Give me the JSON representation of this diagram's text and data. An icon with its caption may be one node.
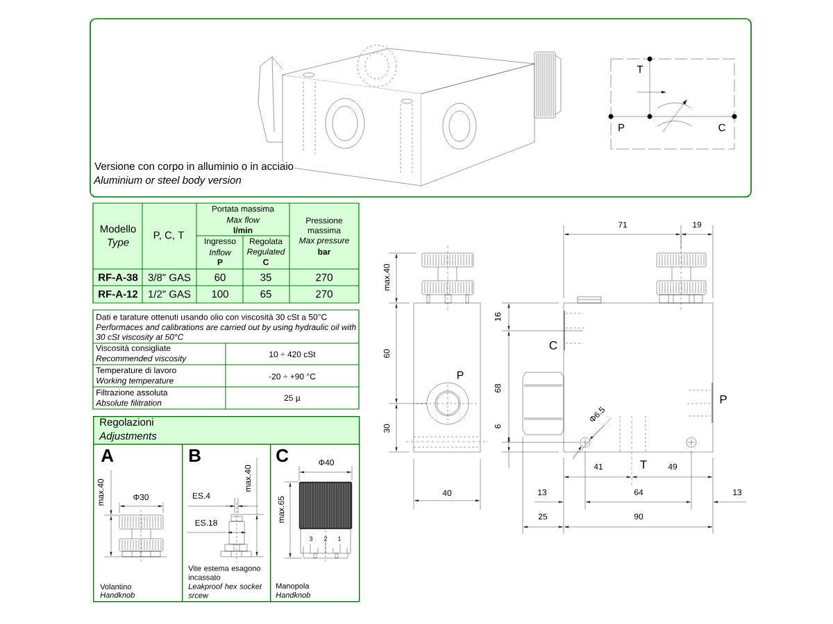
{
  "diagram": {
    "nodes": [
      {
        "text": [
          "Versione con corpo in alluminio o in acciaio",
          "Aluminium or steel body version"
        ]
      },
      {
        "text": [
          "Regolazioni",
          "Adjustments"
        ]
      },
      {
        "text": [
          "A",
          "max.40",
          "Φ30",
          "Volantino",
          "Handknob"
        ],
        "in": 1
      },
      {
        "text": [
          "B",
          "ES.4",
          "max.40",
          "ES.18",
          "Vite estema esagono incassato",
          "Leakproof hex socket srcew"
        ],
        "in": 1
      },
      {
        "text": [
          "C",
          "Φ40",
          "max.65",
          "3",
          "2",
          "1",
          "Manopola",
          "Handknob"
        ],
        "in": 1
      }
    ],
    "labels": [
      "Modello",
      "Type",
      "P, C, T",
      "Portata massima",
      "Max flow",
      "l/min",
      "Pressione massima",
      "Max pressure",
      "bar",
      "Ingresso",
      "Inflow",
      "P",
      "Regolata",
      "Regulated",
      "C",
      "RF-A-38",
      "3/8\" GAS",
      "60",
      "35",
      "270",
      "RF-A-12",
      "1/2\" GAS",
      "100",
      "65",
      "270",
      "Dati e tarature ottenuti usando olio con viscosità 30 cSt a 50°C",
      "Performaces and calibrations are carried out by using hydraulic oil with 30 cSt viscosity at 50°C",
      "Viscosità consigliate",
      "Recommended viscosity",
      "10 ÷ 420 cSt",
      "Temperature di lavoro",
      "Working temperature",
      "-20 ÷ +90 °C",
      "Filtrazione assoluta",
      "Absolute filitration",
      "25 µ",
      "T",
      "P",
      "C",
      "max.40",
      "60",
      "30",
      "40",
      "P",
      "71",
      "19",
      "16",
      "C",
      "68",
      "6",
      "P",
      "Φ6.5",
      "41",
      "T",
      "49",
      "13",
      "64",
      "13",
      "25",
      "90"
    ]
  }
}
